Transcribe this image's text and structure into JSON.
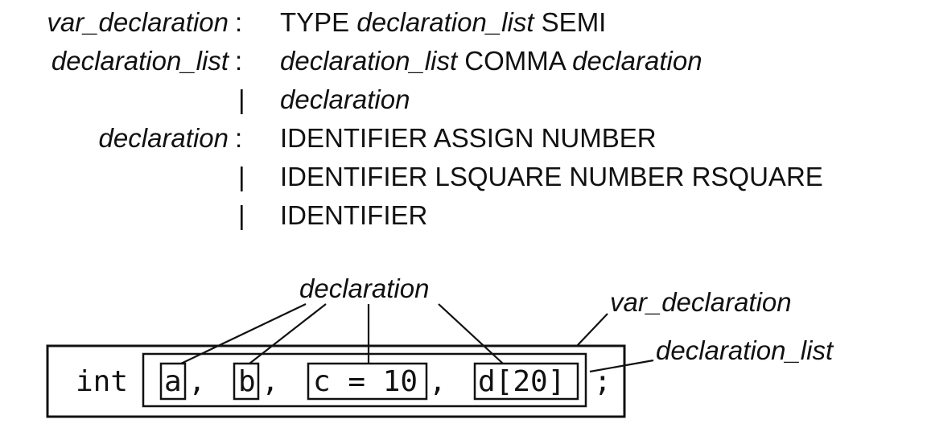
{
  "grammar": {
    "rules": [
      {
        "lhs": "var_declaration",
        "sep": ":",
        "rhs": [
          {
            "text": "TYPE",
            "kind": "token"
          },
          {
            "text": "declaration_list",
            "kind": "nonterminal"
          },
          {
            "text": "SEMI",
            "kind": "token"
          }
        ]
      },
      {
        "lhs": "declaration_list",
        "sep": ":",
        "rhs": [
          {
            "text": "declaration_list",
            "kind": "nonterminal"
          },
          {
            "text": "COMMA",
            "kind": "token"
          },
          {
            "text": "declaration",
            "kind": "nonterminal"
          }
        ]
      },
      {
        "lhs": "",
        "sep": "|",
        "rhs": [
          {
            "text": "declaration",
            "kind": "nonterminal"
          }
        ]
      },
      {
        "lhs": "declaration",
        "sep": ":",
        "rhs": [
          {
            "text": "IDENTIFIER",
            "kind": "token"
          },
          {
            "text": "ASSIGN",
            "kind": "token"
          },
          {
            "text": "NUMBER",
            "kind": "token"
          }
        ]
      },
      {
        "lhs": "",
        "sep": "|",
        "rhs": [
          {
            "text": "IDENTIFIER",
            "kind": "token"
          },
          {
            "text": "LSQUARE",
            "kind": "token"
          },
          {
            "text": "NUMBER",
            "kind": "token"
          },
          {
            "text": "RSQUARE",
            "kind": "token"
          }
        ]
      },
      {
        "lhs": "",
        "sep": "|",
        "rhs": [
          {
            "text": "IDENTIFIER",
            "kind": "token"
          }
        ]
      }
    ]
  },
  "diagram": {
    "labels": {
      "declaration": "declaration",
      "var_declaration": "var_declaration",
      "declaration_list": "declaration_list"
    },
    "code": {
      "type": "int",
      "decls": [
        "a",
        "b",
        "c = 10",
        "d[20]"
      ],
      "comma": ",",
      "semi": ";"
    }
  }
}
